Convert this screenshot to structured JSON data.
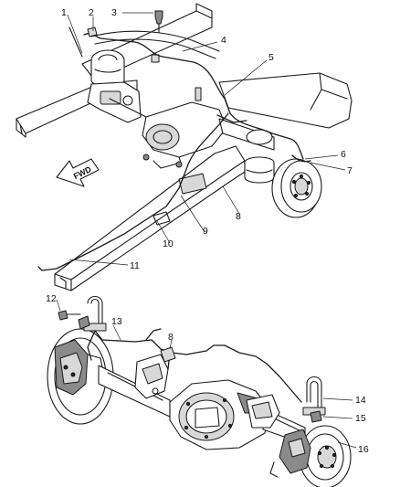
{
  "fwd_label": "FWD",
  "callouts": [
    {
      "id": "c1",
      "text": "1"
    },
    {
      "id": "c2",
      "text": "2"
    },
    {
      "id": "c3",
      "text": "3"
    },
    {
      "id": "c4",
      "text": "4"
    },
    {
      "id": "c5",
      "text": "5"
    },
    {
      "id": "c6",
      "text": "6"
    },
    {
      "id": "c7",
      "text": "7"
    },
    {
      "id": "c8a",
      "text": "8"
    },
    {
      "id": "c9",
      "text": "9"
    },
    {
      "id": "c10",
      "text": "10"
    },
    {
      "id": "c11",
      "text": "11"
    },
    {
      "id": "c12",
      "text": "12"
    },
    {
      "id": "c13",
      "text": "13"
    },
    {
      "id": "c8b",
      "text": "8"
    },
    {
      "id": "c14",
      "text": "14"
    },
    {
      "id": "c15",
      "text": "15"
    },
    {
      "id": "c16",
      "text": "16"
    }
  ]
}
